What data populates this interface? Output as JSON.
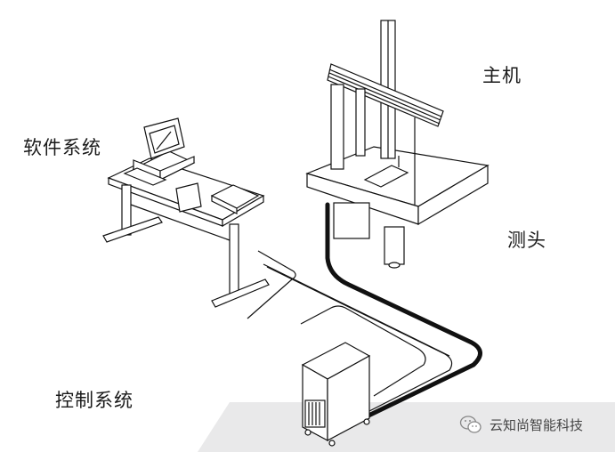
{
  "diagram": {
    "title": "三坐标测量机系统组成",
    "labels": {
      "software": "软件系统",
      "host": "主机",
      "probe": "测头",
      "control": "控制系统"
    },
    "watermark": {
      "icon": "wechat-icon",
      "text": "云知尚智能科技"
    },
    "colors": {
      "line": "#111111",
      "floor_band": "#e8e8e8",
      "background": "#ffffff"
    }
  }
}
